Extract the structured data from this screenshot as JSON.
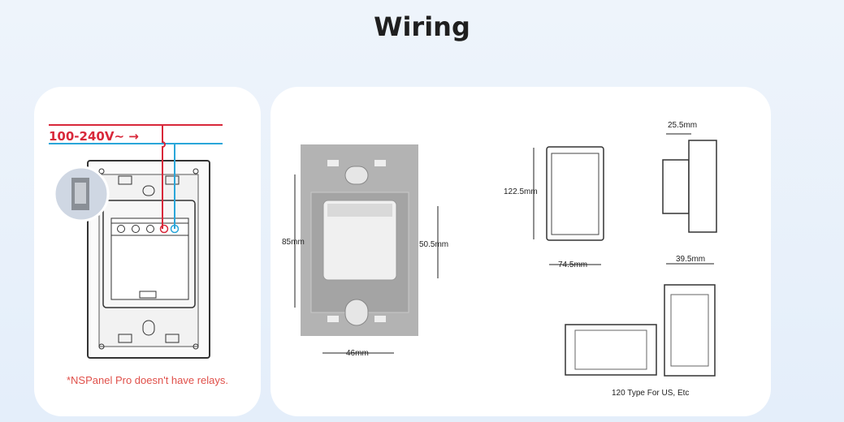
{
  "page": {
    "title": "Wiring"
  },
  "wiring": {
    "voltage_label": "100-240V∼ →",
    "note": "*NSPanel Pro doesn't have relays.",
    "colors": {
      "live": "#d8283a",
      "neutral": "#2aa6d9",
      "note": "#e0504a"
    }
  },
  "dimensions": {
    "height_85": "85mm",
    "depth_50_5": "50.5mm",
    "width_46": "46mm",
    "height_122_5": "122.5mm",
    "width_74_5": "74.5mm",
    "depth_25_5": "25.5mm",
    "depth_39_5": "39.5mm",
    "box_caption": "120 Type For US, Etc"
  }
}
